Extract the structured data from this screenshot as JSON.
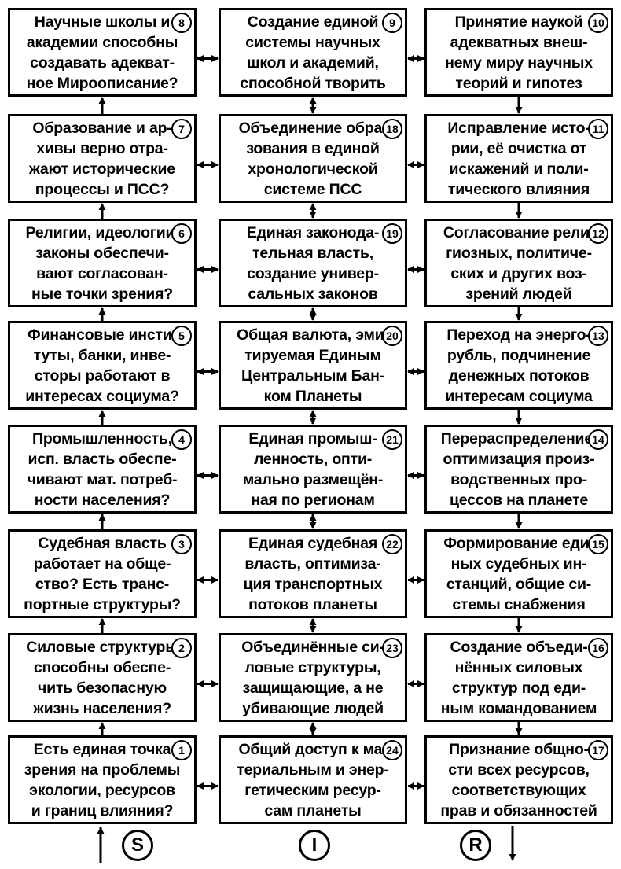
{
  "columns": [
    {
      "label": "S",
      "flow": "up",
      "boxes": [
        {
          "num": "8",
          "text": "Научные школы и\nакадемии способны\nсоздавать адекват-\nное Мироописание?"
        },
        {
          "num": "7",
          "text": "Образование и ар-\nхивы верно отра-\nжают исторические\nпроцессы и ПСС?"
        },
        {
          "num": "6",
          "text": "Религии, идеологии,\nзаконы обеспечи-\nвают согласован-\nные точки зрения?"
        },
        {
          "num": "5",
          "text": "Финансовые инсти-\nтуты, банки, инве-\nсторы работают в\nинтересах социума?"
        },
        {
          "num": "4",
          "text": "Промышленность,\nисп. власть обеспе-\nчивают мат. потреб-\nности населения?"
        },
        {
          "num": "3",
          "text": "Судебная власть\nработает на обще-\nство? Есть транс-\nпортные структуры?"
        },
        {
          "num": "2",
          "text": "Силовые структуры\nспособны обеспе-\nчить безопасную\nжизнь населения?"
        },
        {
          "num": "1",
          "text": "Есть единая точка\nзрения на проблемы\nэкологии, ресурсов\nи границ влияния?"
        }
      ]
    },
    {
      "label": "I",
      "flow": "both",
      "boxes": [
        {
          "num": "9",
          "text": "Создание единой\nсистемы научных\nшкол и академий,\nспособной творить"
        },
        {
          "num": "18",
          "text": "Объединение обра-\nзования в единой\nхронологической\nсистеме ПСС"
        },
        {
          "num": "19",
          "text": "Единая законода-\nтельная власть,\nсоздание универ-\nсальных законов"
        },
        {
          "num": "20",
          "text": "Общая валюта, эми-\nтируемая Единым\nЦентральным Бан-\nком Планеты"
        },
        {
          "num": "21",
          "text": "Единая промыш-\nленность, опти-\nмально размещён-\nная по регионам"
        },
        {
          "num": "22",
          "text": "Единая судебная\nвласть, оптимиза-\nция транспортных\nпотоков планеты"
        },
        {
          "num": "23",
          "text": "Объединённые си-\nловые структуры,\nзащищающие, а не\nубивающие людей"
        },
        {
          "num": "24",
          "text": "Общий доступ к ма-\nтериальным и энер-\nгетическим ресур-\nсам планеты"
        }
      ]
    },
    {
      "label": "R",
      "flow": "down",
      "boxes": [
        {
          "num": "10",
          "text": "Принятие наукой\nадекватных внеш-\nнему миру научных\nтеорий и гипотез"
        },
        {
          "num": "11",
          "text": "Исправление исто-\nрии, её очистка от\nискажений и поли-\nтического влияния"
        },
        {
          "num": "12",
          "text": "Согласование рели-\nгиозных, политиче-\nских и других воз-\nзрений людей"
        },
        {
          "num": "13",
          "text": "Переход на энерго-\nрубль, подчинение\nденежных потоков\nинтересам социума"
        },
        {
          "num": "14",
          "text": "Перераспределение,\nоптимизация произ-\nводственных про-\nцессов на планете"
        },
        {
          "num": "15",
          "text": "Формирование еди-\nных судебных ин-\nстанций, общие си-\nстемы снабжения"
        },
        {
          "num": "16",
          "text": "Создание объеди-\nнённых силовых\nструктур под еди-\nным командованием"
        },
        {
          "num": "17",
          "text": "Признание общно-\nсти всех ресурсов,\nсоответствующих\nправ и обязанностей"
        }
      ]
    }
  ]
}
